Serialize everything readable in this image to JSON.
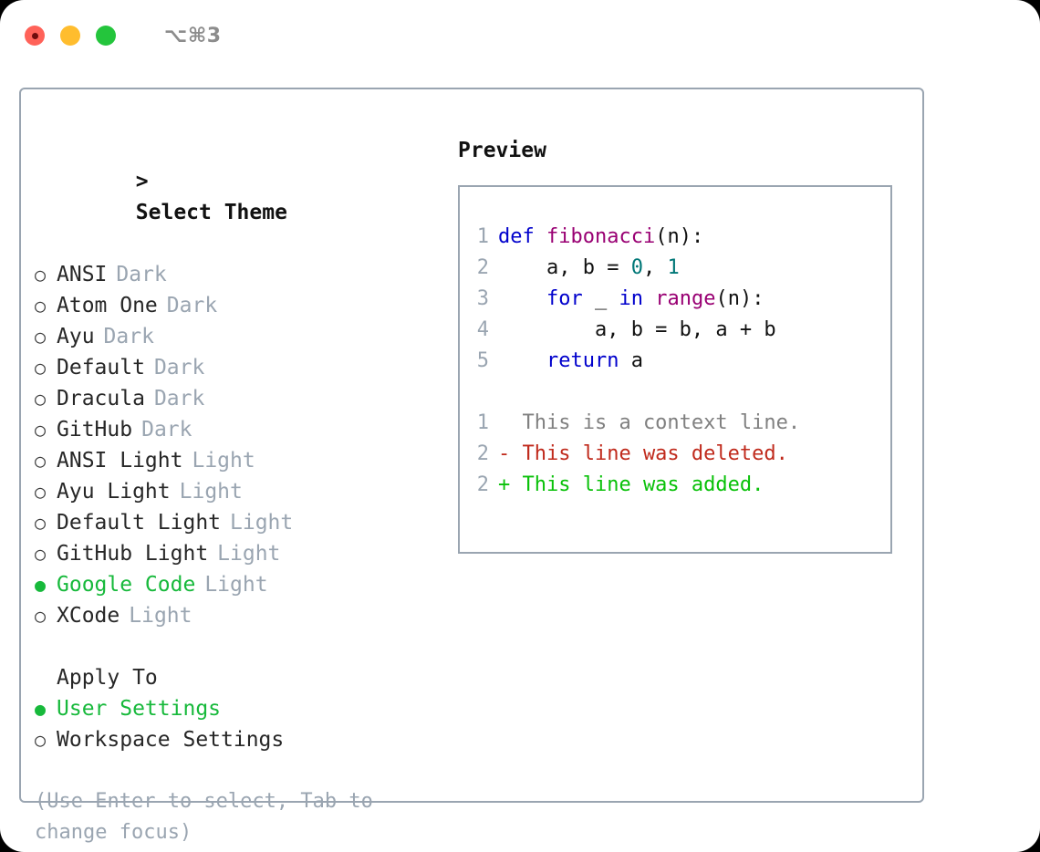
{
  "window": {
    "shortcut_label": "⌥⌘3",
    "traffic_lights": [
      {
        "name": "close",
        "color": "#ff6259"
      },
      {
        "name": "minimize",
        "color": "#ffbd2e"
      },
      {
        "name": "maximize",
        "color": "#24c53c"
      }
    ]
  },
  "colors": {
    "border": "#9aa5b1",
    "muted": "#9aa5b1",
    "selected_green": "#17b93b",
    "keyword": "#0000cc",
    "function": "#990073",
    "number": "#007777",
    "plain": "#111111",
    "diff_context": "#808080",
    "diff_deleted": "#c02a1c",
    "diff_added": "#09c109"
  },
  "theme_picker": {
    "title": "Select Theme",
    "caret": ">",
    "marker_unselected": "○",
    "marker_selected": "●",
    "items": [
      {
        "name": "ANSI",
        "tag": "Dark",
        "selected": false
      },
      {
        "name": "Atom One",
        "tag": "Dark",
        "selected": false
      },
      {
        "name": "Ayu",
        "tag": "Dark",
        "selected": false
      },
      {
        "name": "Default",
        "tag": "Dark",
        "selected": false
      },
      {
        "name": "Dracula",
        "tag": "Dark",
        "selected": false
      },
      {
        "name": "GitHub",
        "tag": "Dark",
        "selected": false
      },
      {
        "name": "ANSI Light",
        "tag": "Light",
        "selected": false
      },
      {
        "name": "Ayu Light",
        "tag": "Light",
        "selected": false
      },
      {
        "name": "Default Light",
        "tag": "Light",
        "selected": false
      },
      {
        "name": "GitHub Light",
        "tag": "Light",
        "selected": false
      },
      {
        "name": "Google Code",
        "tag": "Light",
        "selected": true
      },
      {
        "name": "XCode",
        "tag": "Light",
        "selected": false
      }
    ]
  },
  "apply_to": {
    "title": "Apply To",
    "items": [
      {
        "name": "User Settings",
        "selected": true
      },
      {
        "name": "Workspace Settings",
        "selected": false
      }
    ]
  },
  "hint": "(Use Enter to select, Tab to change focus)",
  "preview": {
    "title": "Preview",
    "code_lines": [
      {
        "number": "1",
        "tokens": [
          {
            "text": "def ",
            "kind": "kw"
          },
          {
            "text": "fibonacci",
            "kind": "fn"
          },
          {
            "text": "(n):",
            "kind": "pl"
          }
        ]
      },
      {
        "number": "2",
        "tokens": [
          {
            "text": "    a, b = ",
            "kind": "pl"
          },
          {
            "text": "0",
            "kind": "num"
          },
          {
            "text": ", ",
            "kind": "pl"
          },
          {
            "text": "1",
            "kind": "num"
          }
        ]
      },
      {
        "number": "3",
        "tokens": [
          {
            "text": "    ",
            "kind": "pl"
          },
          {
            "text": "for",
            "kind": "kw"
          },
          {
            "text": " _ ",
            "kind": "pl"
          },
          {
            "text": "in",
            "kind": "kw"
          },
          {
            "text": " ",
            "kind": "pl"
          },
          {
            "text": "range",
            "kind": "fn"
          },
          {
            "text": "(n):",
            "kind": "pl"
          }
        ]
      },
      {
        "number": "4",
        "tokens": [
          {
            "text": "        a, b = b, a + b",
            "kind": "pl"
          }
        ]
      },
      {
        "number": "5",
        "tokens": [
          {
            "text": "    ",
            "kind": "pl"
          },
          {
            "text": "return",
            "kind": "kw"
          },
          {
            "text": " a",
            "kind": "pl"
          }
        ]
      }
    ],
    "diff_lines": [
      {
        "number": "1",
        "prefix": "  ",
        "text": "This is a context line.",
        "kind": "ctx"
      },
      {
        "number": "2",
        "prefix": "- ",
        "text": "This line was deleted.",
        "kind": "del"
      },
      {
        "number": "2",
        "prefix": "+ ",
        "text": "This line was added.",
        "kind": "add"
      }
    ]
  }
}
